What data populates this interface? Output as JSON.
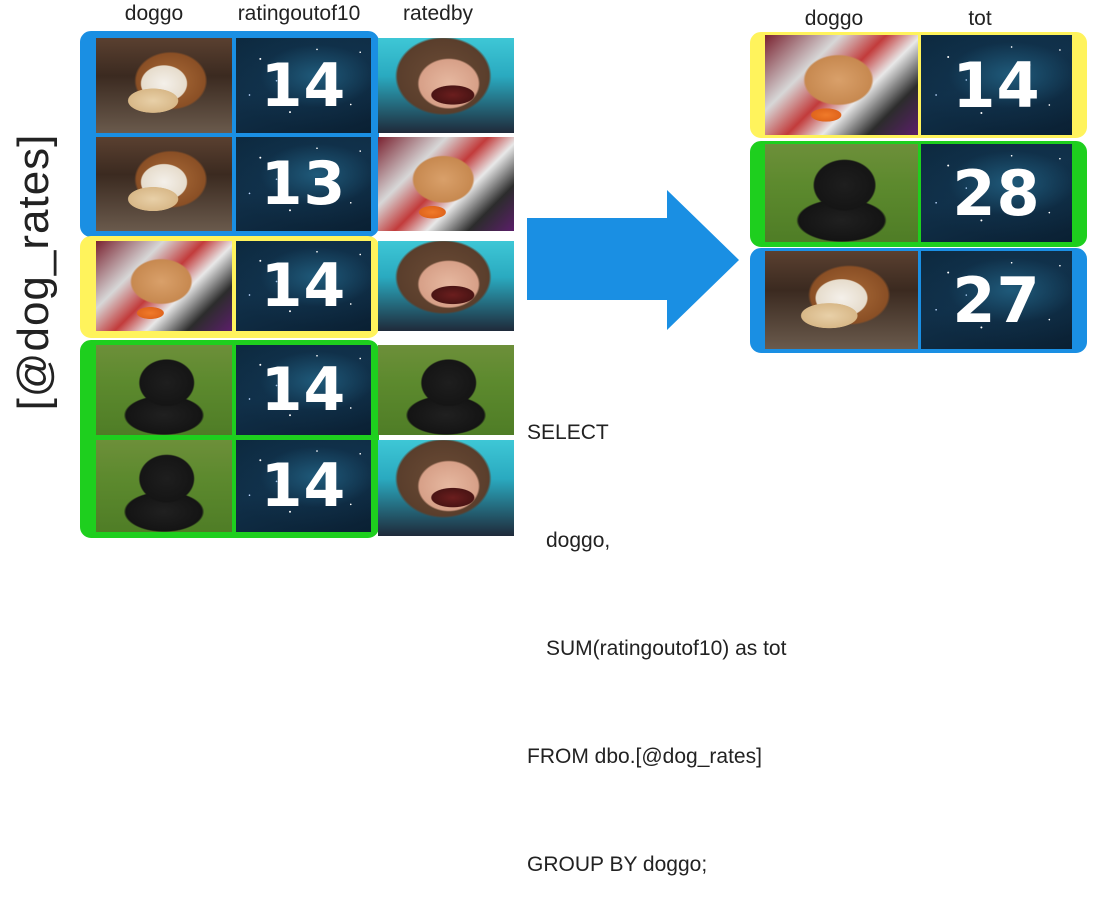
{
  "source_table": {
    "name": "[@dog_rates]",
    "columns": [
      "doggo",
      "ratingoutof10",
      "ratedby"
    ],
    "rows": [
      {
        "doggo": "corgi-mix dog with bone",
        "ratingoutof10": "14",
        "ratedby": "smiling woman",
        "group": "blue"
      },
      {
        "doggo": "corgi-mix dog with bone",
        "ratingoutof10": "13",
        "ratedby": "golden doodle",
        "group": "blue"
      },
      {
        "doggo": "golden doodle",
        "ratingoutof10": "14",
        "ratedby": "smiling woman",
        "group": "yellow"
      },
      {
        "doggo": "black dog on grass",
        "ratingoutof10": "14",
        "ratedby": "black dog on grass",
        "group": "green"
      },
      {
        "doggo": "black dog on grass",
        "ratingoutof10": "14",
        "ratedby": "smiling woman",
        "group": "green"
      }
    ]
  },
  "result_table": {
    "columns": [
      "doggo",
      "tot"
    ],
    "rows": [
      {
        "doggo": "golden doodle",
        "tot": "14",
        "group": "yellow"
      },
      {
        "doggo": "black dog on grass",
        "tot": "28",
        "group": "green"
      },
      {
        "doggo": "corgi-mix dog with bone",
        "tot": "27",
        "group": "blue"
      }
    ]
  },
  "sql": {
    "line1": "SELECT",
    "line2": "doggo,",
    "line3": "SUM(ratingoutof10) as tot",
    "line4": "FROM dbo.[@dog_rates]",
    "line5": "GROUP BY doggo;"
  },
  "colors": {
    "blue": "#1a8fe3",
    "yellow": "#fff35c",
    "green": "#1ecf1e",
    "arrow": "#1a8fe3"
  }
}
